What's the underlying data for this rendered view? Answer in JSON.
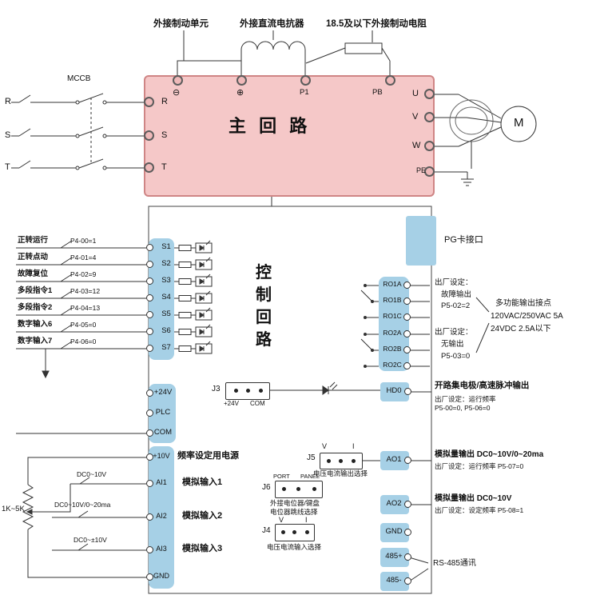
{
  "colors": {
    "main_box_fill": "#f5c8c8",
    "main_box_border": "#cf8585",
    "terminal_strip_blue": "#a6d0e6",
    "wire": "#333333"
  },
  "top_labels": {
    "brake_unit": "外接制动单元",
    "dc_reactor": "外接直流电抗器",
    "brake_resistor": "18.5及以下外接制动电阻"
  },
  "main_circuit": {
    "title": "主 回 路",
    "mccb_label": "MCCB",
    "phase_inputs": [
      "R",
      "S",
      "T"
    ],
    "left_terminals": [
      "R",
      "S",
      "T"
    ],
    "top_terminals": [
      "⊖",
      "⊕",
      "P1",
      "PB"
    ],
    "right_terminals": [
      "U",
      "V",
      "W"
    ],
    "pe_label": "PE",
    "motor_label": "M"
  },
  "control_circuit": {
    "title_chars": [
      "控",
      "制",
      "回",
      "路"
    ],
    "pg_card_label": "PG卡接口",
    "digital_inputs": [
      {
        "label": "正转运行",
        "param": "P4-00=1",
        "terminal": "S1"
      },
      {
        "label": "正转点动",
        "param": "P4-01=4",
        "terminal": "S2"
      },
      {
        "label": "故障复位",
        "param": "P4-02=9",
        "terminal": "S3"
      },
      {
        "label": "多段指令1",
        "param": "P4-03=12",
        "terminal": "S4"
      },
      {
        "label": "多段指令2",
        "param": "P4-04=13",
        "terminal": "S5"
      },
      {
        "label": "数字输入6",
        "param": "P4-05=0",
        "terminal": "S6"
      },
      {
        "label": "数字输入7",
        "param": "P4-06=0",
        "terminal": "S7"
      }
    ],
    "power_terminals": [
      "+24V",
      "PLC",
      "COM"
    ],
    "jumpers": {
      "j3": {
        "name": "J3",
        "pin_labels": [
          "+24V",
          "COM"
        ]
      },
      "j5": {
        "name": "J5",
        "pin_labels": [
          "V",
          "I"
        ],
        "caption": "电压电流输出选择"
      },
      "j6": {
        "name": "J6",
        "pin_labels": [
          "PORT",
          "PANEL"
        ],
        "caption_line1": "外接电位器/键盘",
        "caption_line2": "电位器跳线选择"
      },
      "j4": {
        "name": "J4",
        "pin_labels": [
          "V",
          "I"
        ],
        "caption": "电压电流输入选择"
      }
    },
    "analog": {
      "terminals": [
        "+10V",
        "AI1",
        "AI2",
        "AI3",
        "GND"
      ],
      "power_desc": "频率设定用电源",
      "input_descs": [
        "模拟输入1",
        "模拟输入2",
        "模拟输入3"
      ],
      "ranges": [
        "DC0~10V",
        "DC0~10V/0~20ma",
        "DC0~±10V"
      ],
      "potentiometer": "1K~5K"
    },
    "relay_outputs": {
      "terminals": [
        "RO1A",
        "RO1B",
        "RO1C",
        "RO2A",
        "RO2B",
        "RO2C"
      ],
      "group1_note": [
        "出厂设定：",
        "故障输出",
        "P5-02=2"
      ],
      "group2_note": [
        "出厂设定：",
        "无输出",
        "P5-03=0"
      ],
      "rating": [
        "多功能输出接点",
        "120VAC/250VAC 5A",
        "24VDC 2.5A以下"
      ]
    },
    "hdo": {
      "terminal": "HD0",
      "title": "开路集电极/高速脉冲输出",
      "note1": "出厂设定：运行频率",
      "note2": "P5-00=0, P5-06=0"
    },
    "ao1": {
      "terminal": "AO1",
      "title": "模拟量输出 DC0~10V/0~20ma",
      "note": "出厂设定：运行频率 P5-07=0"
    },
    "ao2": {
      "terminal": "AO2",
      "title": "模拟量输出 DC0~10V",
      "note": "出厂设定：设定频率 P5-08=1"
    },
    "gnd_out": "GND",
    "rs485": {
      "terminals": [
        "485+",
        "485-"
      ],
      "label": "RS-485通讯"
    }
  }
}
